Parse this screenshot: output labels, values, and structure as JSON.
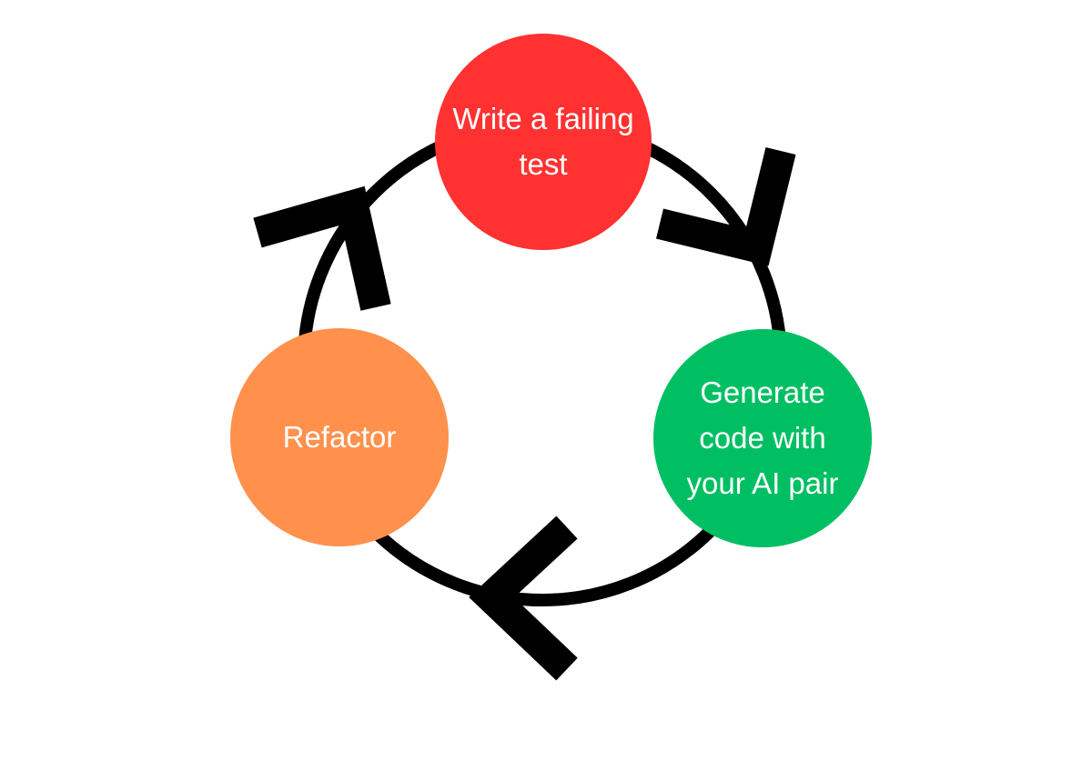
{
  "diagram": {
    "nodes": [
      {
        "id": "write-failing-test",
        "label": "Write a failing\ntest",
        "color": "#ff3131"
      },
      {
        "id": "generate-code",
        "label": "Generate\ncode with\nyour AI pair",
        "color": "#00bf63"
      },
      {
        "id": "refactor",
        "label": "Refactor",
        "color": "#ff914d"
      }
    ],
    "ring_color": "#000000",
    "arrow_color": "#000000",
    "arrows": [
      {
        "from": "write-failing-test",
        "to": "generate-code"
      },
      {
        "from": "generate-code",
        "to": "refactor"
      },
      {
        "from": "refactor",
        "to": "write-failing-test"
      }
    ]
  }
}
